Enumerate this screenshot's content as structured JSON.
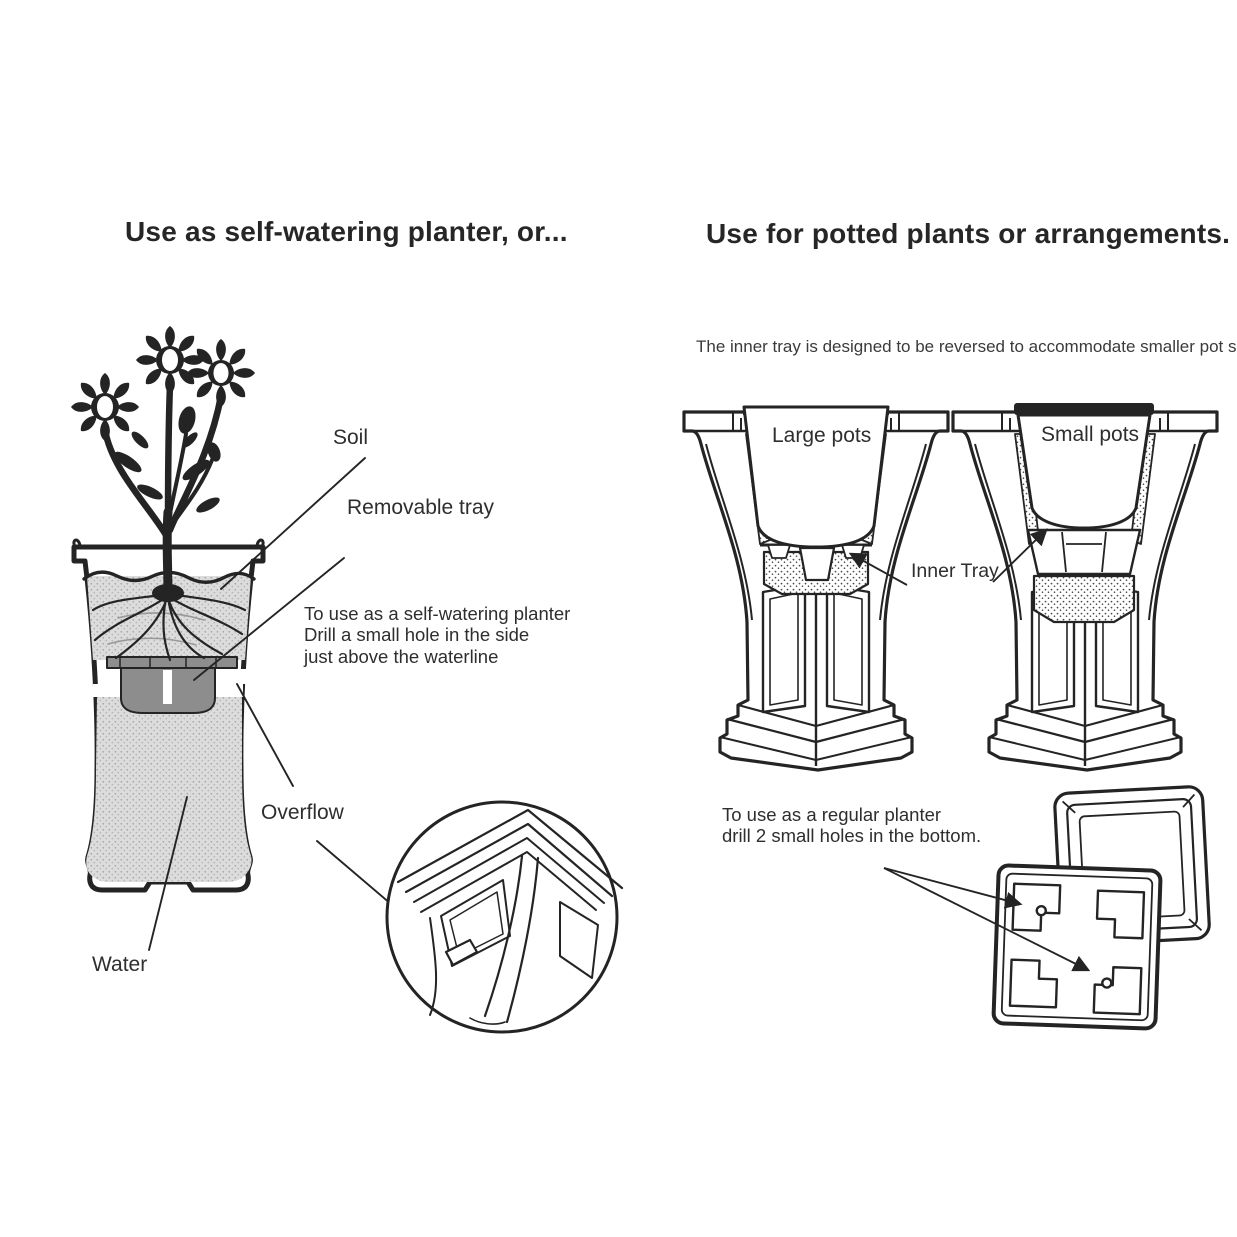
{
  "canvas": {
    "background": "#ffffff",
    "ink": "#242424",
    "soil_gray": "#dcdcdc",
    "tray_gray": "#8d8d8d"
  },
  "left": {
    "heading": "Use as self-watering planter, or...",
    "labels": {
      "soil": "Soil",
      "removable_tray": "Removable tray",
      "self_watering_instruction": "To use as a self-watering planter\nDrill a small hole in the side\njust above the waterline",
      "overflow": "Overflow",
      "water": "Water"
    }
  },
  "right": {
    "heading": "Use for potted plants or arrangements.",
    "subtitle": "The inner tray is designed to be reversed to accommodate smaller pot sizes",
    "labels": {
      "large_pots": "Large pots",
      "small_pots": "Small pots",
      "inner_tray": "Inner Tray",
      "regular_planter_instruction": "To use as a regular planter\ndrill 2 small holes in the bottom."
    }
  }
}
